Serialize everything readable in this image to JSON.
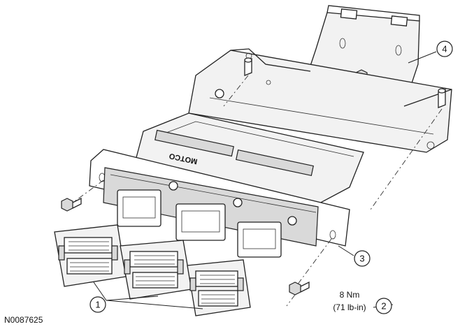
{
  "figure_id": "N0087625",
  "callouts": [
    {
      "number": "1"
    },
    {
      "number": "2"
    },
    {
      "number": "3"
    },
    {
      "number": "4"
    }
  ],
  "torque": {
    "metric": "8 Nm",
    "imperial": "(71 lb-in)"
  },
  "module_logo": "MOTCO",
  "icons": [
    "bracket",
    "control-module",
    "electrical-connector",
    "bolt"
  ]
}
